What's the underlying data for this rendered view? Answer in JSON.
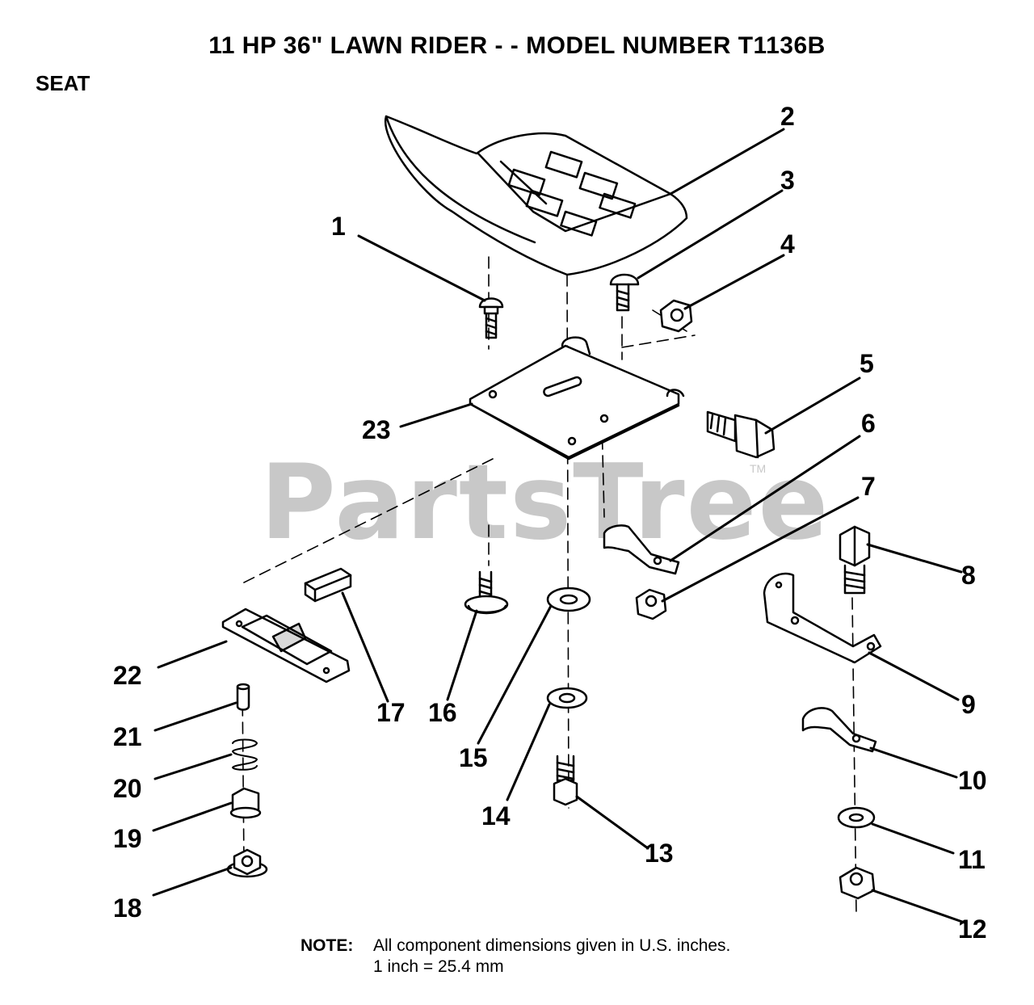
{
  "title": "11 HP 36\" LAWN RIDER - - MODEL NUMBER T1136B",
  "section": "SEAT",
  "watermark": "PartsTree",
  "watermark_tm": "TM",
  "note": {
    "label": "NOTE:",
    "line1": "All component dimensions given in U.S. inches.",
    "line2": "1 inch = 25.4 mm"
  },
  "callouts": [
    "1",
    "2",
    "3",
    "4",
    "5",
    "6",
    "7",
    "8",
    "9",
    "10",
    "11",
    "12",
    "13",
    "14",
    "15",
    "16",
    "17",
    "18",
    "19",
    "20",
    "21",
    "22",
    "23"
  ]
}
